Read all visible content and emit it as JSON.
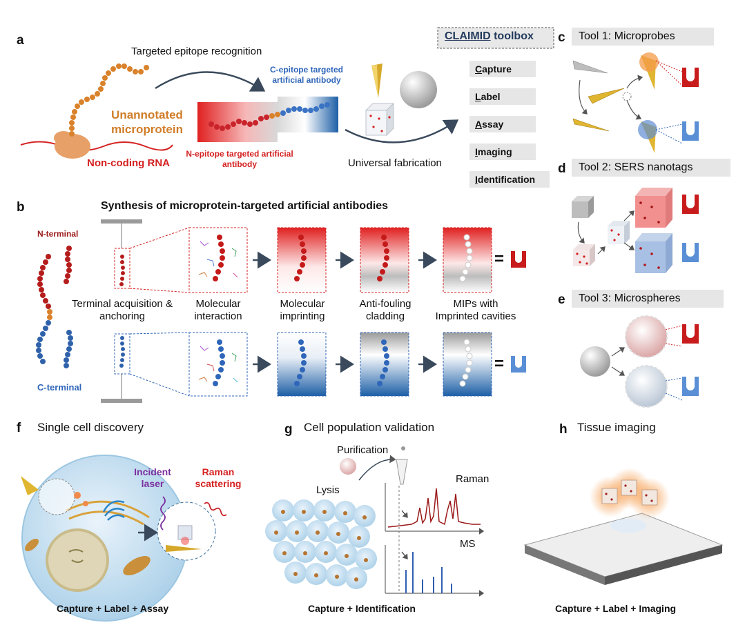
{
  "panels": {
    "a": {
      "letter": "a",
      "epitope_recognition": "Targeted epitope recognition",
      "microprotein": "Unannotated microprotein",
      "rna": "Non-coding RNA",
      "n_epitope": "N-epitope targeted artificial antibody",
      "c_epitope": "C-epitope targeted artificial antibody",
      "fabrication": "Universal fabrication",
      "toolbox_title": "CLAIMID toolbox",
      "toolbox_underline": "CLAIMID",
      "toolbox_suffix": " toolbox",
      "toolbox_items": [
        {
          "first": "C",
          "rest": "apture"
        },
        {
          "first": "L",
          "rest": "abel"
        },
        {
          "first": "A",
          "rest": "ssay"
        },
        {
          "first": "I",
          "rest": "maging"
        },
        {
          "first": "I",
          "rest": "dentification"
        }
      ]
    },
    "b": {
      "letter": "b",
      "title": "Synthesis of microprotein-targeted artificial antibodies",
      "n_terminal": "N-terminal",
      "c_terminal": "C-terminal",
      "steps": [
        "Terminal acquisition & anchoring",
        "Molecular interaction",
        "Molecular imprinting",
        "Anti-fouling cladding",
        "MIPs with Imprinted cavities"
      ],
      "equals": "="
    },
    "c": {
      "letter": "c",
      "title": "Tool 1: Microprobes"
    },
    "d": {
      "letter": "d",
      "title": "Tool 2: SERS nanotags"
    },
    "e": {
      "letter": "e",
      "title": "Tool 3: Microspheres"
    },
    "f": {
      "letter": "f",
      "title": "Single cell discovery",
      "incident": "Incident laser",
      "raman": "Raman scattering",
      "caption": "Capture + Label + Assay"
    },
    "g": {
      "letter": "g",
      "title": "Cell population validation",
      "purification": "Purification",
      "lysis": "Lysis",
      "raman": "Raman",
      "ms": "MS",
      "caption": "Capture + Identification"
    },
    "h": {
      "letter": "h",
      "title": "Tissue imaging",
      "caption": "Capture + Label + Imaging"
    }
  },
  "colors": {
    "red": "#d52121",
    "blue": "#2f66b9",
    "orange": "#d17d29",
    "purple": "#7b2f9e",
    "dark_arrow": "#3a4a5c"
  }
}
